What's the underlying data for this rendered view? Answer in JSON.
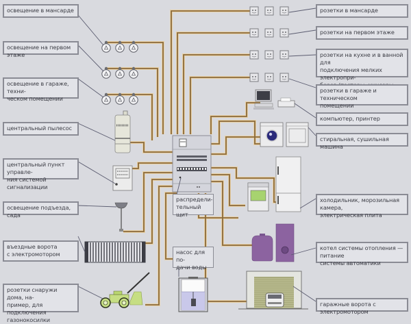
{
  "title": "Схема электропроводки частного дома",
  "colors": {
    "background": "#d9dadf",
    "wire_dark": "#8a6a3a",
    "wire_light": "#e9d2a8",
    "label_border": "#8a8b94",
    "label_fill": "#e2e3e8",
    "leader_line": "#5b5c70",
    "boiler_purple": "#8c63a0",
    "mower_green": "#b9d66f",
    "garage_door": "#a8aa7c"
  },
  "left_labels": [
    {
      "id": "attic-lighting",
      "text": "освещение в мансарде"
    },
    {
      "id": "ground-floor-lighting",
      "text": "освещение на первом этаже"
    },
    {
      "id": "garage-lighting",
      "text": "освещение в гараже, техни-\nческом помещении"
    },
    {
      "id": "central-vacuum",
      "text": "центральный пылесос"
    },
    {
      "id": "alarm-control",
      "text": "центральный пункт управле-\nния системой сигнализации"
    },
    {
      "id": "porch-garden-lighting",
      "text": "освещение подъезда, сада"
    },
    {
      "id": "entrance-gate",
      "text": "въездные ворота\nс электромотором"
    },
    {
      "id": "outdoor-sockets",
      "text": "розетки снаружи дома, на-\nпример, для подключения\nгазонокосилки"
    }
  ],
  "right_labels": [
    {
      "id": "attic-sockets",
      "text": "розетки в мансарде"
    },
    {
      "id": "ground-floor-sockets",
      "text": "розетки на первом этаже"
    },
    {
      "id": "kitchen-bath-sockets",
      "text": "розетки на кухне и в ванной для\nподключения мелких электропри-\nборов (тостеры, миксеры, фены)"
    },
    {
      "id": "garage-sockets",
      "text": "розетки в гараже и техническом\nпомещении"
    },
    {
      "id": "computer-printer",
      "text": "компьютер, принтер"
    },
    {
      "id": "washer-dryer",
      "text": "стиральная, сушильная машина"
    },
    {
      "id": "fridge-stove",
      "text": "холодильник, морозильная камера,\nэлектрическая плита"
    },
    {
      "id": "boiler",
      "text": "котел системы отопления — питание\nсистемы автоматики"
    },
    {
      "id": "garage-door",
      "text": "гаражные ворота с электромотором"
    }
  ],
  "center_labels": {
    "distribution_board": "распредели-\nтельный щит",
    "water_pump": "насос для по-\nдачи воды"
  }
}
